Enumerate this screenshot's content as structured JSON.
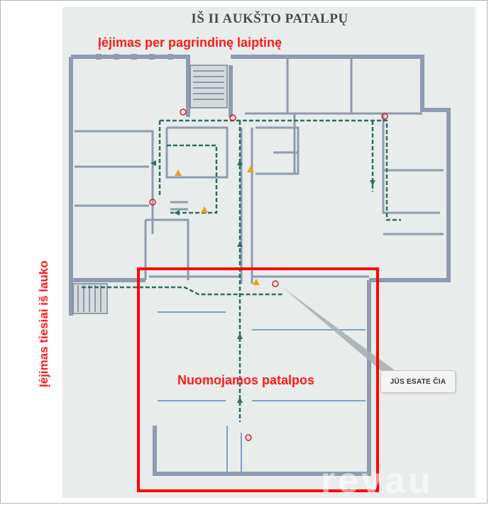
{
  "plan": {
    "title": "IŠ II AUKŠTO PATALPŲ",
    "you_are_here": "JŪS ESATE ČIA"
  },
  "labels": {
    "entrance_main_stairs": "Įėjimas per pagrindinę laiptinę",
    "entrance_from_outside": "Įėjimas tiesiai  iš lauko",
    "rental_premises": "Nuomojamos patalpos"
  },
  "watermark": "revau",
  "colors": {
    "label_red": "#ff1a1a",
    "wall": "#8e9bb0",
    "route": "#2f6e66",
    "highlight_frame": "#ff0000"
  }
}
